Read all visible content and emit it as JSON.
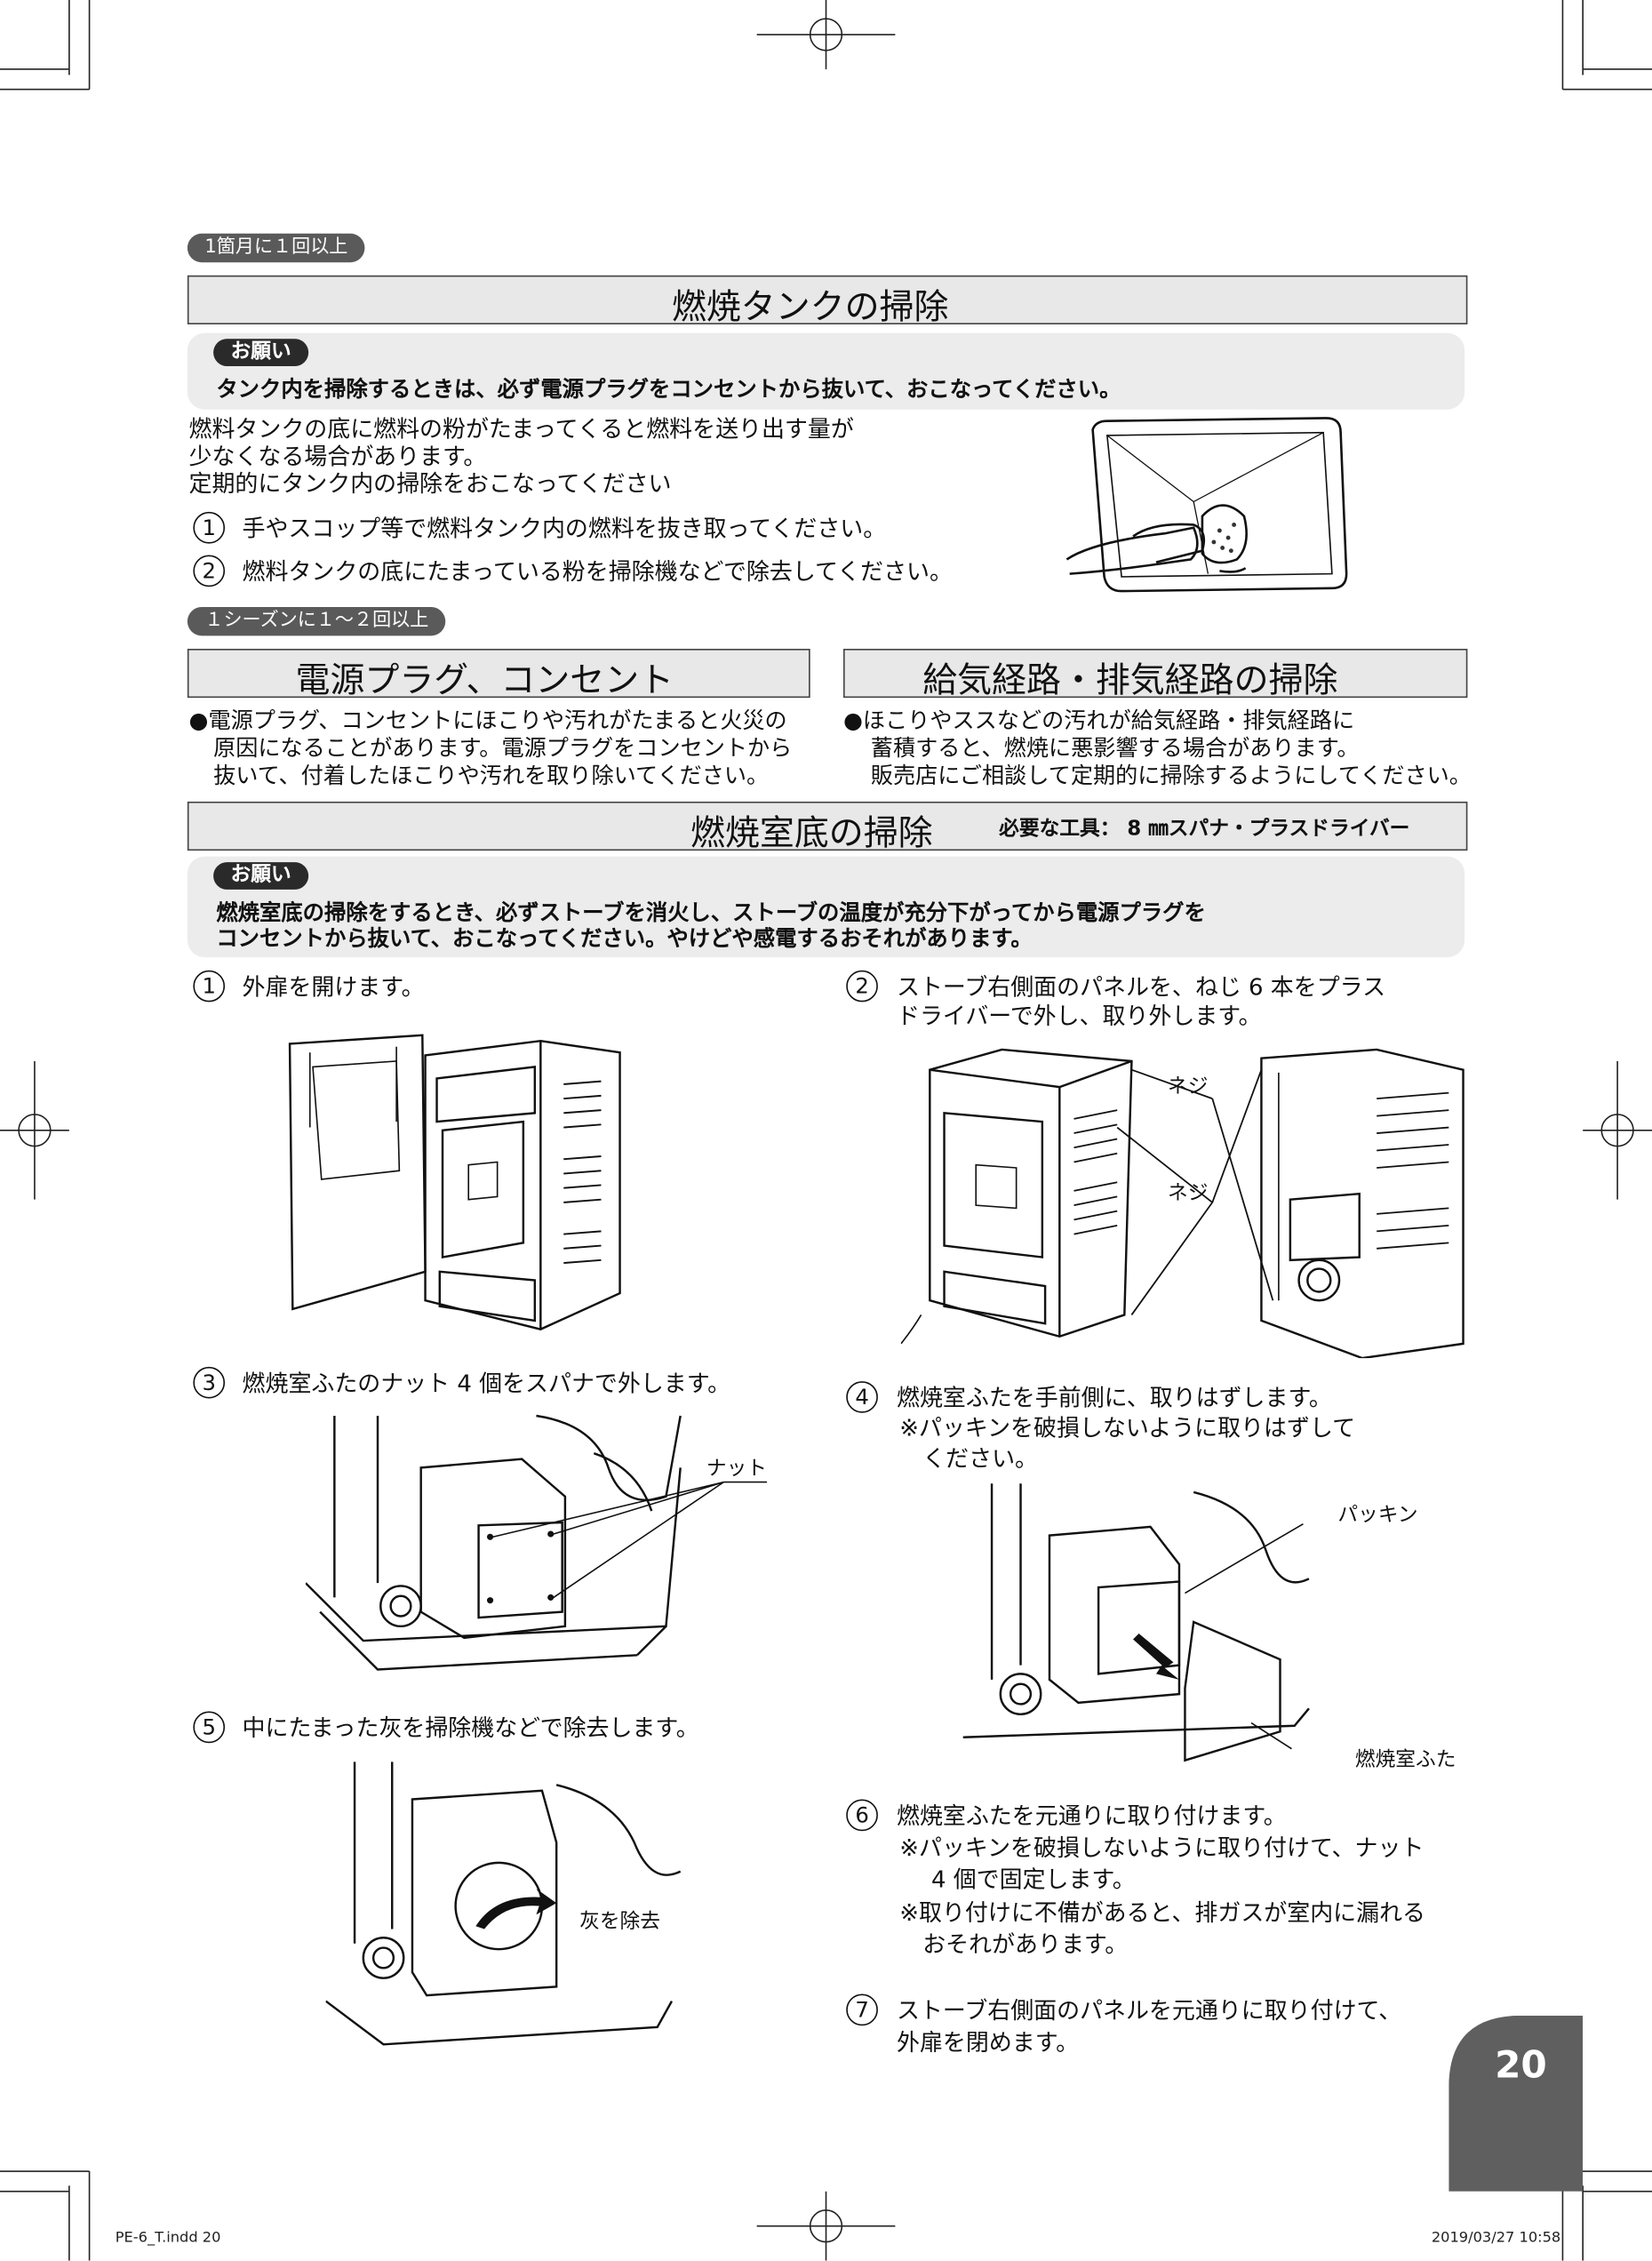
{
  "top_section": {
    "frequency_badge": "1箇月に１回以上",
    "title": "燃焼タンクの掃除",
    "notice_badge": "お願い",
    "notice_text": "タンク内を掃除するときは、必ず電源プラグをコンセントから抜いて、おこなってください。",
    "intro_lines": [
      "燃料タンクの底に燃料の粉がたまってくると燃料を送り出す量が",
      "少なくなる場合があります。",
      "定期的にタンク内の掃除をおこなってください"
    ],
    "steps": [
      {
        "num": "1",
        "text": "手やスコップ等で燃料タンク内の燃料を抜き取ってください。"
      },
      {
        "num": "2",
        "text": "燃料タンクの底にたまっている粉を掃除機などで除去してください。"
      }
    ]
  },
  "season_badge": "１シーズンに１～２回以上",
  "plug_section": {
    "title": "電源プラグ、コンセント",
    "lines": [
      "●電源プラグ、コンセントにほこりや汚れがたまると火災の",
      "原因になることがあります。電源プラグをコンセントから",
      "抜いて、付着したほこりや汚れを取り除いてください。"
    ]
  },
  "airpath_section": {
    "title": "給気経路・排気経路の掃除",
    "lines": [
      "●ほこりやススなどの汚れが給気経路・排気経路に",
      "蓄積すると、燃焼に悪影響する場合があります。",
      "販売店にご相談して定期的に掃除するようにしてください。"
    ]
  },
  "chamber_section": {
    "title": "燃焼室底の掃除",
    "tools": "必要な工具： 8 ㎜スパナ・プラスドライバー",
    "notice_badge": "お願い",
    "notice_lines": [
      "燃焼室底の掃除をするとき、必ずストーブを消火し、ストーブの温度が充分下がってから電源プラグを",
      "コンセントから抜いて、おこなってください。やけどや感電するおそれがあります。"
    ],
    "steps": [
      {
        "num": "1",
        "lines": [
          "外扉を開けます。"
        ]
      },
      {
        "num": "2",
        "lines": [
          "ストーブ右側面のパネルを、ねじ 6 本をプラス",
          "ドライバーで外し、取り外します。"
        ]
      },
      {
        "num": "3",
        "lines": [
          "燃焼室ふたのナット 4 個をスパナで外します。"
        ]
      },
      {
        "num": "4",
        "lines": [
          "燃焼室ふたを手前側に、取りはずします。",
          "※パッキンを破損しないように取りはずして",
          "ください。"
        ]
      },
      {
        "num": "5",
        "lines": [
          "中にたまった灰を掃除機などで除去します。"
        ]
      },
      {
        "num": "6",
        "lines": [
          "燃焼室ふたを元通りに取り付けます。",
          "※パッキンを破損しないように取り付けて、ナット",
          "4 個で固定します。",
          "※取り付けに不備があると、排ガスが室内に漏れる",
          "おそれがあります。"
        ]
      },
      {
        "num": "7",
        "lines": [
          "ストーブ右側面のパネルを元通りに取り付けて、",
          "外扉を閉めます。"
        ]
      }
    ],
    "labels": {
      "screw_1": "ネジ",
      "screw_2": "ネジ",
      "nut": "ナット",
      "packing": "パッキン",
      "chamber_lid": "燃焼室ふた",
      "remove_ash": "灰を除去"
    }
  },
  "page_number": "20",
  "footer": {
    "file": "PE-6_T.indd   20",
    "timestamp": "2019/03/27   10:58"
  },
  "colors": {
    "badge_gray": "#5a5a5a",
    "badge_dark": "#2a2a2a",
    "header_fill": "#e8e8e8",
    "notice_fill": "#ececec",
    "page_tab": "#5f5f5f"
  }
}
